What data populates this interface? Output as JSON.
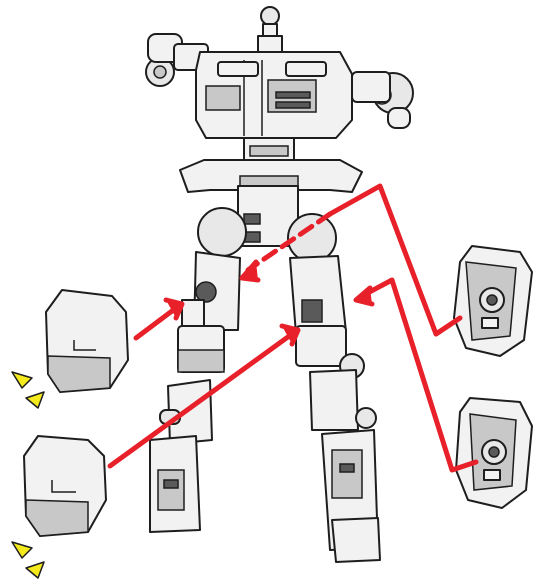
{
  "colors": {
    "arrow": "#e8202a",
    "burst": "#f4ea1c",
    "burst_outline": "#1e1e1e",
    "plastic": "#f2f2f2",
    "plastic_shade": "#c8c8c8",
    "line_art": "#1e1e1e"
  },
  "parts": {
    "frame": "robot-inner-frame",
    "left_front_armor": "front-leg-armor-upper",
    "left_front_armor_2": "front-leg-armor-lower",
    "right_back_armor": "rear-leg-armor-upper",
    "right_back_armor_2": "rear-leg-armor-lower"
  },
  "icons": {
    "arrow": "arrow-right-icon",
    "snap": "snap-burst-icon"
  }
}
